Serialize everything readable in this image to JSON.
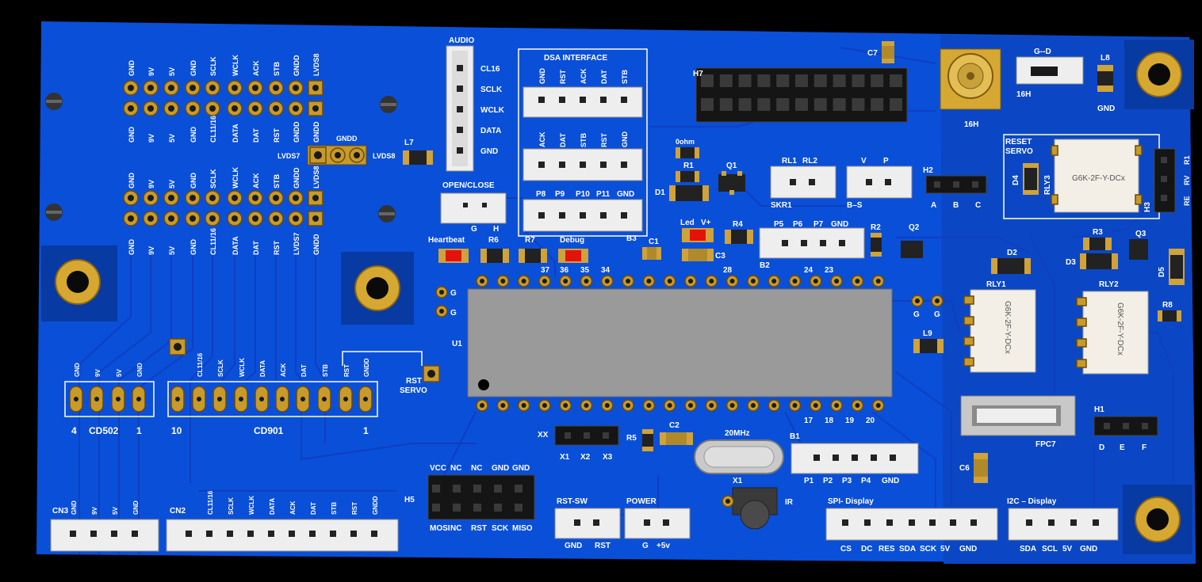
{
  "board": {
    "colors": {
      "board": "#0a4fd8",
      "background": "#000000",
      "silkscreen": "#ffffff",
      "pad": "#c79a2a",
      "chip": "#9a9a9a",
      "led": "#e3120b"
    },
    "top_header_labels_row1": [
      "GND",
      "9V",
      "5V",
      "GND",
      "SCLK",
      "WCLK",
      "ACK",
      "STB",
      "GNDD",
      "LVDS8"
    ],
    "top_header_labels_row2": [
      "GND",
      "9V",
      "5V",
      "GND",
      "CL11/16",
      "DATA",
      "DAT",
      "RST",
      "GNDD",
      "GNDD"
    ],
    "mid_header_labels_row1": [
      "GND",
      "9V",
      "5V",
      "GND",
      "SCLK",
      "WCLK",
      "ACK",
      "STB",
      "GNDD",
      "LVDS8"
    ],
    "mid_header_labels_row2": [
      "GND",
      "9V",
      "5V",
      "GND",
      "CL11/16",
      "DATA",
      "DAT",
      "RST",
      "LVDS7",
      "GNDD"
    ],
    "lvds7_top": "LVDS7",
    "lvds7_left": "LVDS7",
    "lvds8_right": "LVDS8",
    "gndd_top": "GNDD",
    "l7": "L7",
    "audio": {
      "title": "AUDIO",
      "pins": [
        "CL16",
        "SCLK",
        "WCLK",
        "DATA",
        "GND"
      ]
    },
    "open_close": {
      "title": "OPEN/CLOSE",
      "pins": [
        "G",
        "H"
      ]
    },
    "dsa": {
      "title": "DSA INTERFACE",
      "row1": [
        "GND",
        "RST",
        "ACK",
        "DAT",
        "STB"
      ],
      "row2": [
        "ACK",
        "DAT",
        "STB",
        "RST",
        "GND"
      ]
    },
    "b3": {
      "name": "B3",
      "pins": [
        "P8",
        "P9",
        "P10",
        "P11",
        "GND"
      ]
    },
    "heartbeat": "Heartbeat",
    "debug": "Debug",
    "r6": "R6",
    "r7": "R7",
    "c1": "C1",
    "u1": "U1",
    "u1_top_numbers": [
      "37",
      "36",
      "35",
      "34",
      "28",
      "24",
      "23"
    ],
    "u1_bottom_numbers": [
      "17",
      "18",
      "19",
      "20"
    ],
    "g_labels": [
      "G",
      "G",
      "G",
      "G"
    ],
    "c7": "C7",
    "h7": "H7",
    "ohm_label": "0ohm",
    "r1": "R1",
    "q1": "Q1",
    "d1": "D1",
    "rl": {
      "top": [
        "RL1",
        "RL2"
      ],
      "bottom": "SKR1"
    },
    "vp": {
      "top": [
        "V",
        "P"
      ],
      "bottom": "B–S"
    },
    "h2": {
      "name": "H2",
      "pins": [
        "A",
        "B",
        "C"
      ]
    },
    "antenna": {
      "label": "16H"
    },
    "gd_conn": {
      "label": "G--D",
      "under": "16H"
    },
    "l8": {
      "name": "L8",
      "under": "GND"
    },
    "reset_servo_title": [
      "RESET",
      "SERVO"
    ],
    "rly3": {
      "name": "RLY3",
      "part": "G6K-2F-Y-DCx"
    },
    "d4": "D4",
    "h3": {
      "name": "H3",
      "pins": [
        "R1",
        "RV",
        "RE"
      ]
    },
    "led_v": {
      "led": "Led",
      "v": "V+"
    },
    "r4": "R4",
    "c3": "C3",
    "b2": {
      "name": "B2",
      "pins": [
        "P5",
        "P6",
        "P7",
        "GND"
      ]
    },
    "r2": "R2",
    "q2": "Q2",
    "r3": "R3",
    "q3": "Q3",
    "d3": "D3",
    "d2": "D2",
    "d5": "D5",
    "r8": "R8",
    "rly1": {
      "name": "RLY1",
      "part": "G6K-2F-Y-DCx"
    },
    "rly2": {
      "name": "RLY2",
      "part": "G6K-2F-Y-DCx"
    },
    "l9": "L9",
    "cd502": {
      "name": "CD502",
      "pins": [
        "GND",
        "9V",
        "5V",
        "GND"
      ],
      "left": "4",
      "right": "1"
    },
    "cd901": {
      "name": "CD901",
      "pins": [
        "CL11/16",
        "SCLK",
        "WCLK",
        "DATA",
        "ACK",
        "DAT",
        "STB",
        "RST",
        "GNDD"
      ],
      "left": "10",
      "right": "1"
    },
    "rst_servo": [
      "RST",
      "SERVO"
    ],
    "xx": {
      "name": "XX",
      "pins": [
        "X1",
        "X2",
        "X3"
      ]
    },
    "r5": "R5",
    "c2": "C2",
    "crystal": {
      "freq": "20MHz",
      "name": "X1"
    },
    "b1": {
      "name": "B1",
      "pins": [
        "P1",
        "P2",
        "P3",
        "P4",
        "GND"
      ]
    },
    "fpc7": "FPC7",
    "h1": {
      "name": "H1",
      "pins": [
        "D",
        "E",
        "F"
      ]
    },
    "c6": "C6",
    "ir": "IR",
    "cn3": {
      "name": "CN3",
      "pins": [
        "GND",
        "9V",
        "5V",
        "GND"
      ]
    },
    "cn2": {
      "name": "CN2",
      "pins": [
        "CL11/16",
        "SCLK",
        "WCLK",
        "DATA",
        "ACK",
        "DAT",
        "STB",
        "RST",
        "GNDD"
      ]
    },
    "h5": {
      "name": "H5",
      "top": [
        "VCC",
        "NC",
        "NC",
        "GND",
        "GND"
      ],
      "bottom": [
        "MOSI",
        "NC",
        "RST",
        "SCK",
        "MISO"
      ]
    },
    "rst_sw": {
      "title": "RST-SW",
      "pins": [
        "GND",
        "RST"
      ]
    },
    "power": {
      "title": "POWER",
      "pins": [
        "G",
        "+5v"
      ]
    },
    "spi": {
      "title": "SPI- Display",
      "pins": [
        "CS",
        "DC",
        "RES",
        "SDA",
        "SCK",
        "5V",
        "GND"
      ]
    },
    "i2c": {
      "title": "I2C – Display",
      "pins": [
        "SDA",
        "SCL",
        "5V",
        "GND"
      ]
    }
  }
}
